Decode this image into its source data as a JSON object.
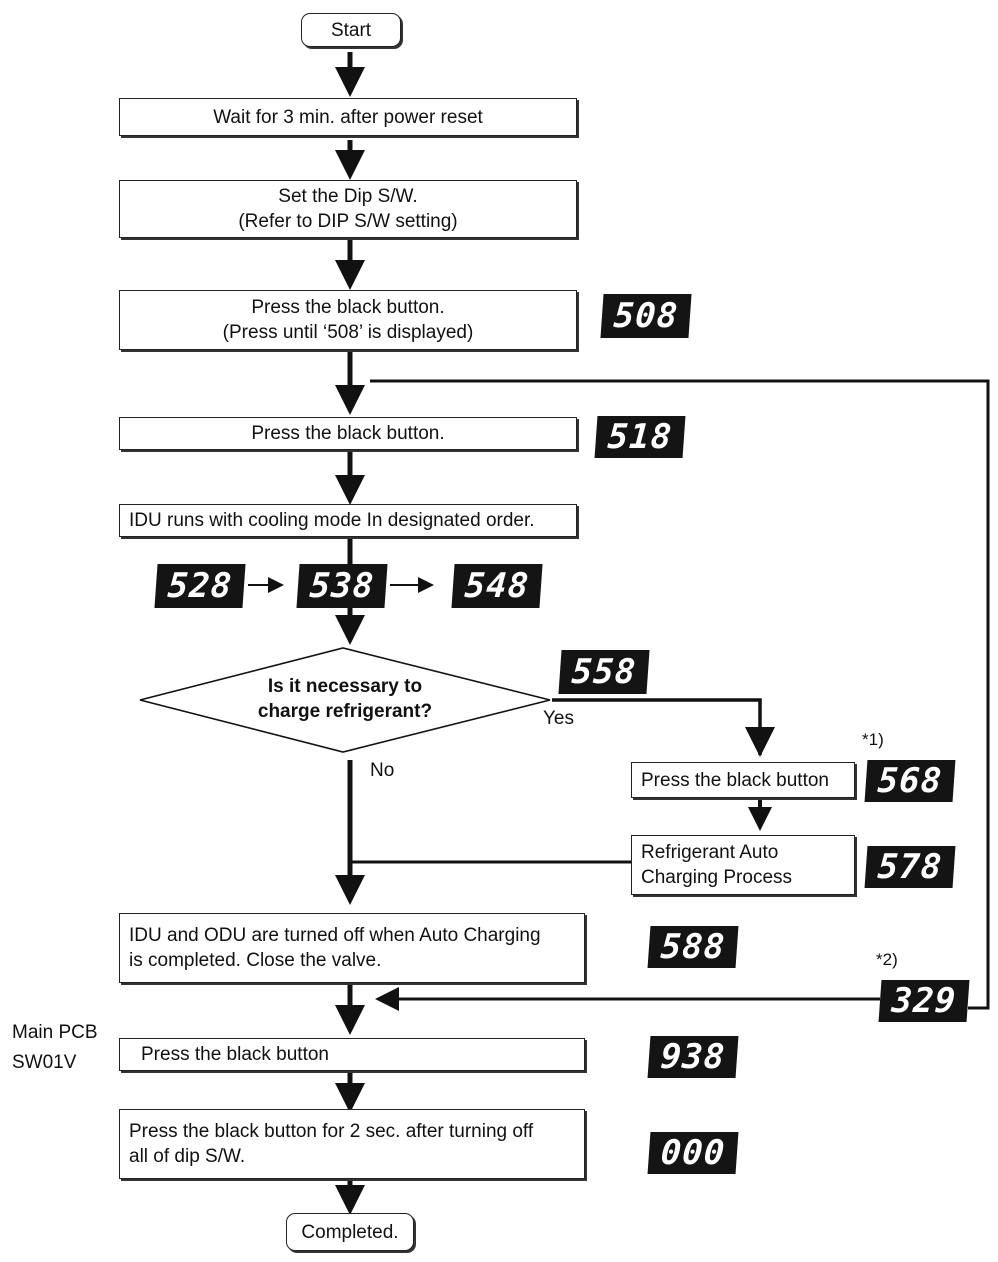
{
  "steps": {
    "start": "Start",
    "wait": "Wait for 3 min. after power reset",
    "set_dip": [
      "Set the Dip S/W.",
      "(Refer to DIP S/W setting)"
    ],
    "press_508": [
      "Press the black button.",
      "(Press until ‘508’ is displayed)"
    ],
    "press_518": "Press the black button.",
    "idu_runs": "IDU runs with cooling mode In designated order.",
    "decision": [
      "Is it necessary to",
      "charge refrigerant?"
    ],
    "yes": "Yes",
    "no": "No",
    "press_568": "Press the black button",
    "refrigerant": [
      "Refrigerant Auto",
      "Charging Process"
    ],
    "idu_odu_off": [
      "IDU and ODU are turned off when Auto Charging",
      "is completed. Close the valve."
    ],
    "press_938": "Press the black button",
    "press_2sec": [
      "Press the black button for 2 sec. after turning off",
      "all of dip S/W."
    ],
    "completed": "Completed."
  },
  "displays": {
    "d508": "508",
    "d518": "518",
    "d528": "528",
    "d538": "538",
    "d548": "548",
    "d558": "558",
    "d568": "568",
    "d578": "578",
    "d588": "588",
    "d329": "329",
    "d938": "938",
    "d000": "000"
  },
  "notes": {
    "note1": "*1)",
    "note2": "*2)",
    "main_pcb": "Main PCB",
    "sw01v": "SW01V"
  }
}
